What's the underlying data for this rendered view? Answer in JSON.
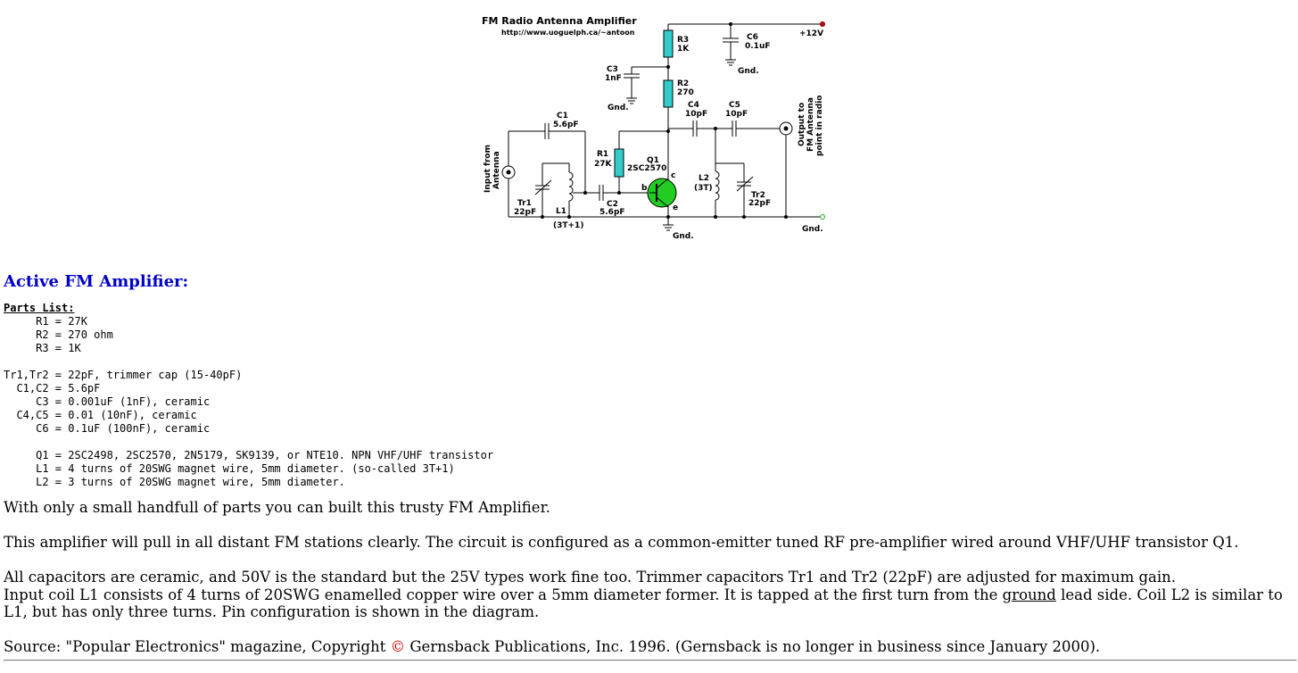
{
  "schematic": {
    "title": "FM Radio Antenna Amplifier",
    "url": "http://www.uoguelph.ca/~antoon",
    "supply": "+12V",
    "gnd": "Gnd.",
    "input_lines": [
      "Input from",
      "Antenna"
    ],
    "output_lines": [
      "Output to",
      "FM Antenna",
      "point in radio"
    ],
    "pins": {
      "b": "b",
      "c": "c",
      "e": "e"
    },
    "components": {
      "r1": {
        "name": "R1",
        "value": "27K"
      },
      "r2": {
        "name": "R2",
        "value": "270"
      },
      "r3": {
        "name": "R3",
        "value": "1K"
      },
      "c1": {
        "name": "C1",
        "value": "5.6pF"
      },
      "c2": {
        "name": "C2",
        "value": "5.6pF"
      },
      "c3": {
        "name": "C3",
        "value": "1nF"
      },
      "c4": {
        "name": "C4",
        "value": "10pF"
      },
      "c5": {
        "name": "C5",
        "value": "10pF"
      },
      "c6": {
        "name": "C6",
        "value": "0.1uF"
      },
      "q1": {
        "name": "Q1",
        "value": "2SC2570"
      },
      "l1": {
        "name": "L1",
        "value": "(3T+1)"
      },
      "l2": {
        "name": "L2",
        "value": "(3T)"
      },
      "tr1": {
        "name": "Tr1",
        "value": "22pF"
      },
      "tr2": {
        "name": "Tr2",
        "value": "22pF"
      }
    },
    "colors": {
      "resistor": "#33cccc",
      "transistor": "#22cc22",
      "terminal_red": "#cc0000",
      "terminal_green": "#22aa22"
    }
  },
  "heading": "Active FM Amplifier:",
  "parts_list": {
    "title": "Parts List:",
    "lines": [
      "     R1 = 27K",
      "     R2 = 270 ohm",
      "     R3 = 1K",
      "",
      "Tr1,Tr2 = 22pF, trimmer cap (15-40pF)",
      "  C1,C2 = 5.6pF",
      "     C3 = 0.001uF (1nF), ceramic",
      "  C4,C5 = 0.01 (10nF), ceramic",
      "     C6 = 0.1uF (100nF), ceramic",
      "",
      "     Q1 = 2SC2498, 2SC2570, 2N5179, SK9139, or NTE10. NPN VHF/UHF transistor",
      "     L1 = 4 turns of 20SWG magnet wire, 5mm diameter. (so-called 3T+1)",
      "     L2 = 3 turns of 20SWG magnet wire, 5mm diameter."
    ]
  },
  "paragraphs": {
    "p1": "With only a small handfull of parts you can built this trusty FM Amplifier.",
    "p2": "This amplifier will pull in all distant FM stations clearly. The circuit is configured as a common-emitter tuned RF pre-amplifier wired around VHF/UHF transistor Q1.",
    "p3": "All capacitors are ceramic, and 50V is the standard but the 25V types work fine too. Trimmer capacitors Tr1 and Tr2 (22pF) are adjusted for maximum gain.",
    "p4_before": "Input coil L1 consists of 4 turns of 20SWG enamelled copper wire over a 5mm diameter former. It is tapped at the first turn from the ",
    "p4_link": "ground",
    "p4_after": " lead side. Coil L2 is similar to L1, but has only three turns. Pin configuration is shown in the diagram.",
    "p5_before": "Source: \"Popular Electronics\" magazine, Copyright ",
    "p5_symbol": "©",
    "p5_after": " Gernsback Publications, Inc. 1996. (Gernsback is no longer in business since January 2000)."
  }
}
